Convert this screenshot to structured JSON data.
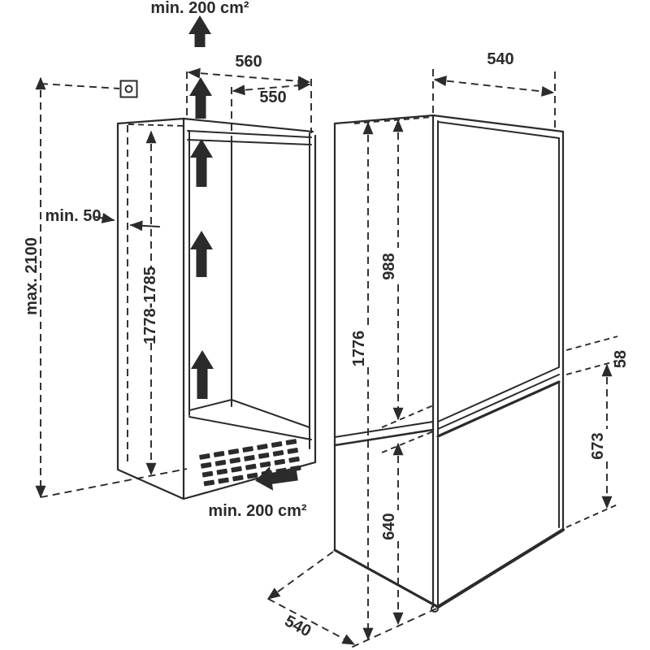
{
  "diagram": {
    "type": "appliance-installation-drawing",
    "colors": {
      "line": "#2b2b2b",
      "background": "#ffffff"
    },
    "labels": {
      "vent_top": "min. 200 cm²",
      "vent_bottom": "min. 200 cm²",
      "niche_depth_outer": "560",
      "niche_depth_inner": "550",
      "max_outlet_height": "max. 2100",
      "min_side_gap": "min. 50",
      "niche_height": "1778-1785",
      "appliance_depth_top": "540",
      "appliance_height": "1776",
      "upper_door_height": "988",
      "door_divider_height": "58",
      "lower_door_front_height": "673",
      "lower_door_height": "640",
      "appliance_depth_bottom": "540"
    }
  }
}
